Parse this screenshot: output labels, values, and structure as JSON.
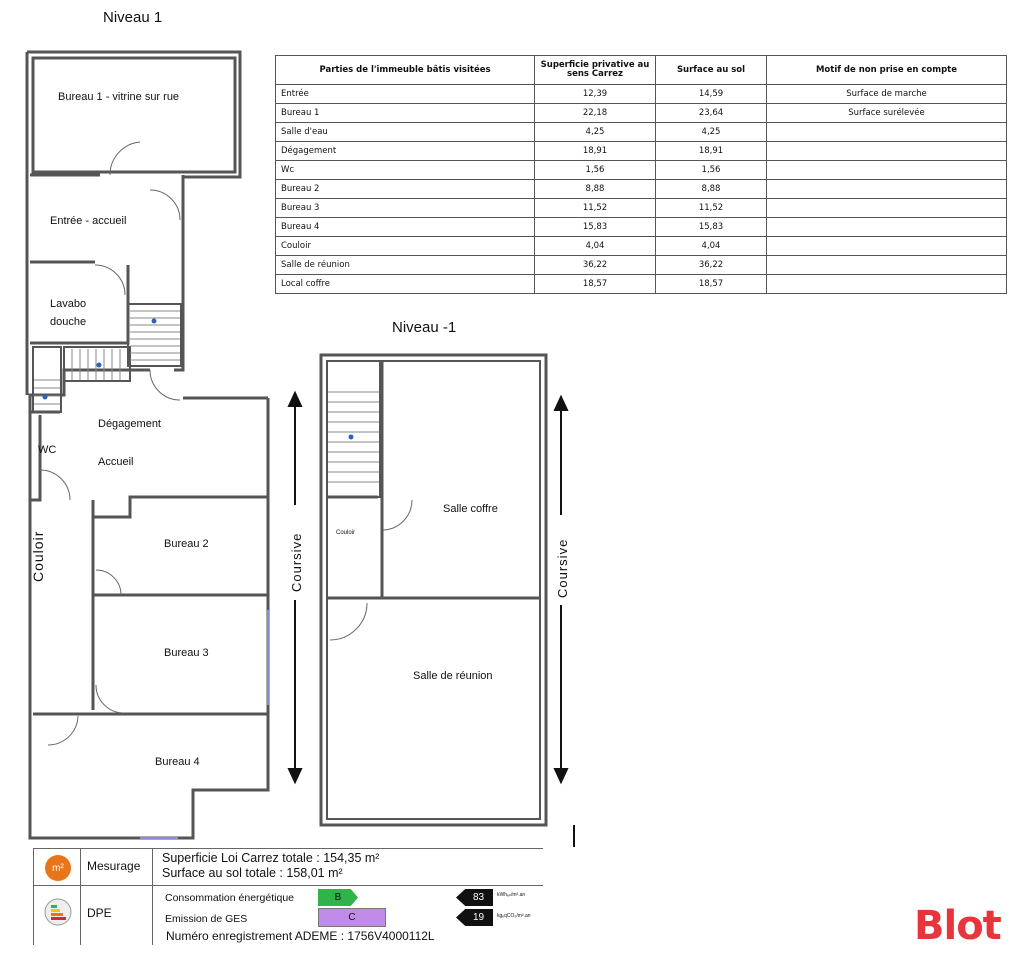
{
  "levels": {
    "level1": "Niveau 1",
    "levelm1": "Niveau -1"
  },
  "rooms_l1": {
    "bureau1": "Bureau 1 -  vitrine sur rue",
    "entree": "Entrée - accueil",
    "lavabo1": "Lavabo",
    "lavabo2": "douche",
    "wc": "WC",
    "degagement": "Dégagement",
    "accueil": "Accueil",
    "bureau2": "Bureau 2",
    "couloir": "Couloir",
    "bureau3": "Bureau 3",
    "bureau4": "Bureau 4",
    "coursive": "Coursive"
  },
  "rooms_lm1": {
    "couloir": "Couloir",
    "salle_coffre": "Salle coffre",
    "salle_reunion": "Salle de réunion",
    "coursive": "Coursive"
  },
  "table": {
    "headers": [
      "Parties de l'immeuble bâtis visitées",
      "Superficie privative au sens Carrez",
      "Surface au sol",
      "Motif de non prise en compte"
    ],
    "rows": [
      [
        "Entrée",
        "12,39",
        "14,59",
        "Surface de marche"
      ],
      [
        "Bureau 1",
        "22,18",
        "23,64",
        "Surface surélevée"
      ],
      [
        "Salle d'eau",
        "4,25",
        "4,25",
        ""
      ],
      [
        "Dégagement",
        "18,91",
        "18,91",
        ""
      ],
      [
        "Wc",
        "1,56",
        "1,56",
        ""
      ],
      [
        "Bureau 2",
        "8,88",
        "8,88",
        ""
      ],
      [
        "Bureau 3",
        "11,52",
        "11,52",
        ""
      ],
      [
        "Bureau 4",
        "15,83",
        "15,83",
        ""
      ],
      [
        "Couloir",
        "4,04",
        "4,04",
        ""
      ],
      [
        "Salle de réunion",
        "36,22",
        "36,22",
        ""
      ],
      [
        "Local coffre",
        "18,57",
        "18,57",
        ""
      ]
    ]
  },
  "legend": {
    "mesurage_icon_text": "m²",
    "mesurage_label": "Mesurage",
    "loi_carrez": "Superficie Loi Carrez totale : 154,35 m²",
    "surface_sol": "Surface au sol totale : 158,01 m²",
    "dpe_label": "DPE",
    "conso_label": "Consommation énergétique",
    "conso_class": "B",
    "conso_value": "83",
    "conso_unit": "kWhₑₚ/m².an",
    "ges_label": "Emission de GES",
    "ges_class": "C",
    "ges_value": "19",
    "ges_unit": "kgₑqCO₂/m².an",
    "ademe": "Numéro enregistrement ADEME : 1756V4000112L"
  },
  "brand": "Blot",
  "colors": {
    "dpe_b": "#2fb34a",
    "ges_c": "#c18be8",
    "brand": "#e8353c",
    "mesurage_icon": "#e8751a"
  }
}
